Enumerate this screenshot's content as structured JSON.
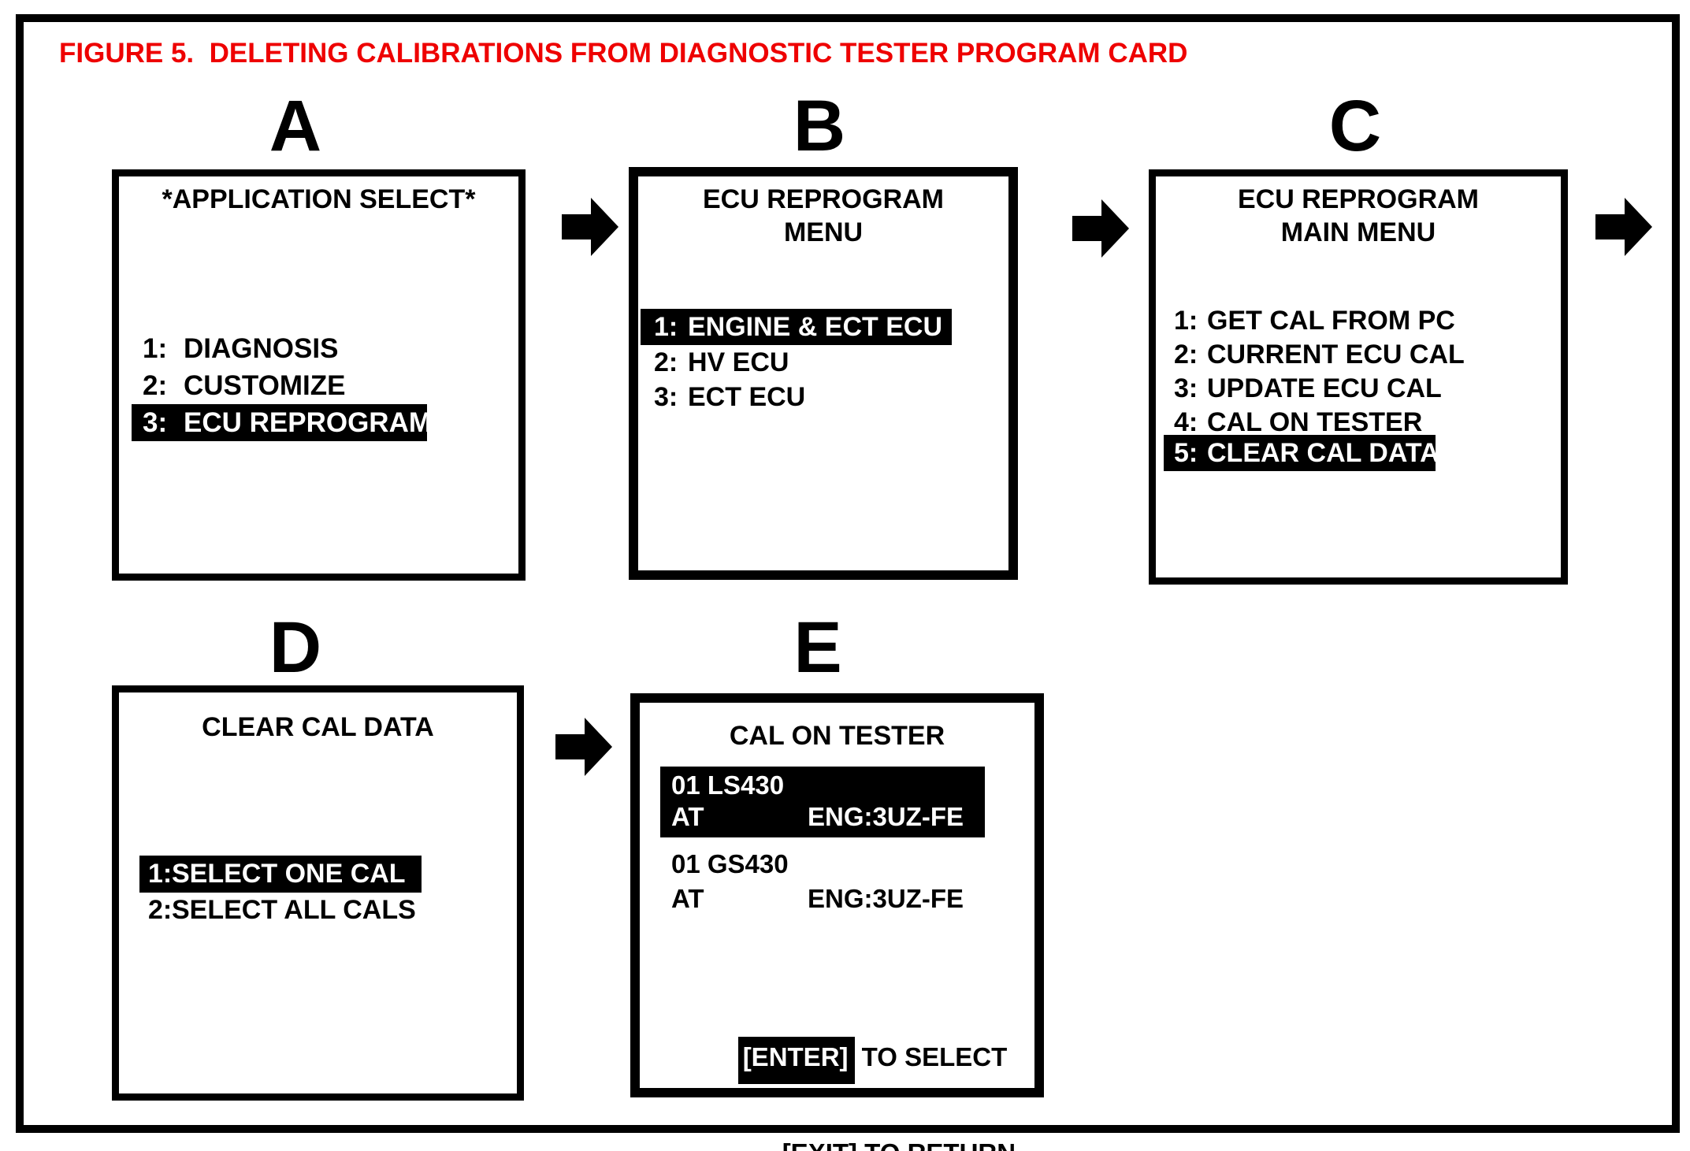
{
  "figure": {
    "title": "FIGURE 5.  DELETING CALIBRATIONS FROM DIAGNOSTIC TESTER PROGRAM CARD",
    "title_color": "#ee0000"
  },
  "colors": {
    "screen_bg": "#ffffff",
    "text": "#000000",
    "highlight_bg": "#000000",
    "highlight_text": "#ffffff"
  },
  "arrows": [
    {
      "from": "A",
      "to": "B"
    },
    {
      "from": "B",
      "to": "C"
    },
    {
      "from": "C",
      "to": "next"
    },
    {
      "from": "D",
      "to": "E"
    }
  ],
  "panels": [
    {
      "id": "A",
      "label": "A",
      "title_lines": [
        "*APPLICATION SELECT*"
      ],
      "items": [
        {
          "num": "1:",
          "label": "DIAGNOSIS",
          "highlighted": false
        },
        {
          "num": "2:",
          "label": "CUSTOMIZE",
          "highlighted": false
        },
        {
          "num": "3:",
          "label": "ECU REPROGRAM",
          "highlighted": true
        }
      ]
    },
    {
      "id": "B",
      "label": "B",
      "title_lines": [
        "ECU REPROGRAM",
        "MENU"
      ],
      "items": [
        {
          "num": "1:",
          "label": "ENGINE & ECT ECU",
          "highlighted": true
        },
        {
          "num": "2:",
          "label": "HV ECU",
          "highlighted": false
        },
        {
          "num": "3:",
          "label": "ECT ECU",
          "highlighted": false
        }
      ]
    },
    {
      "id": "C",
      "label": "C",
      "title_lines": [
        "ECU REPROGRAM",
        "MAIN MENU"
      ],
      "items": [
        {
          "num": "1:",
          "label": "GET CAL FROM PC",
          "highlighted": false
        },
        {
          "num": "2:",
          "label": "CURRENT ECU CAL",
          "highlighted": false
        },
        {
          "num": "3:",
          "label": "UPDATE ECU CAL",
          "highlighted": false
        },
        {
          "num": "4:",
          "label": "CAL ON TESTER",
          "highlighted": false
        },
        {
          "num": "5:",
          "label": "CLEAR CAL DATA",
          "highlighted": true
        }
      ]
    },
    {
      "id": "D",
      "label": "D",
      "title_lines": [
        "CLEAR CAL DATA"
      ],
      "items": [
        {
          "num": "1:",
          "label": "SELECT ONE CAL",
          "highlighted": true
        },
        {
          "num": "2:",
          "label": "SELECT ALL CALS",
          "highlighted": false
        }
      ]
    },
    {
      "id": "E",
      "label": "E",
      "title_lines": [
        "CAL ON TESTER"
      ],
      "entries": [
        {
          "model": "01 LS430",
          "trans": "AT",
          "engine": "ENG:3UZ-FE",
          "highlighted": true
        },
        {
          "model": "01 GS430",
          "trans": "AT",
          "engine": "ENG:3UZ-FE",
          "highlighted": false
        }
      ],
      "footer": {
        "enter_key": "[ENTER]",
        "enter_action": " TO SELECT",
        "exit_key": "[EXIT]",
        "exit_action": " TO RETURN"
      }
    }
  ]
}
